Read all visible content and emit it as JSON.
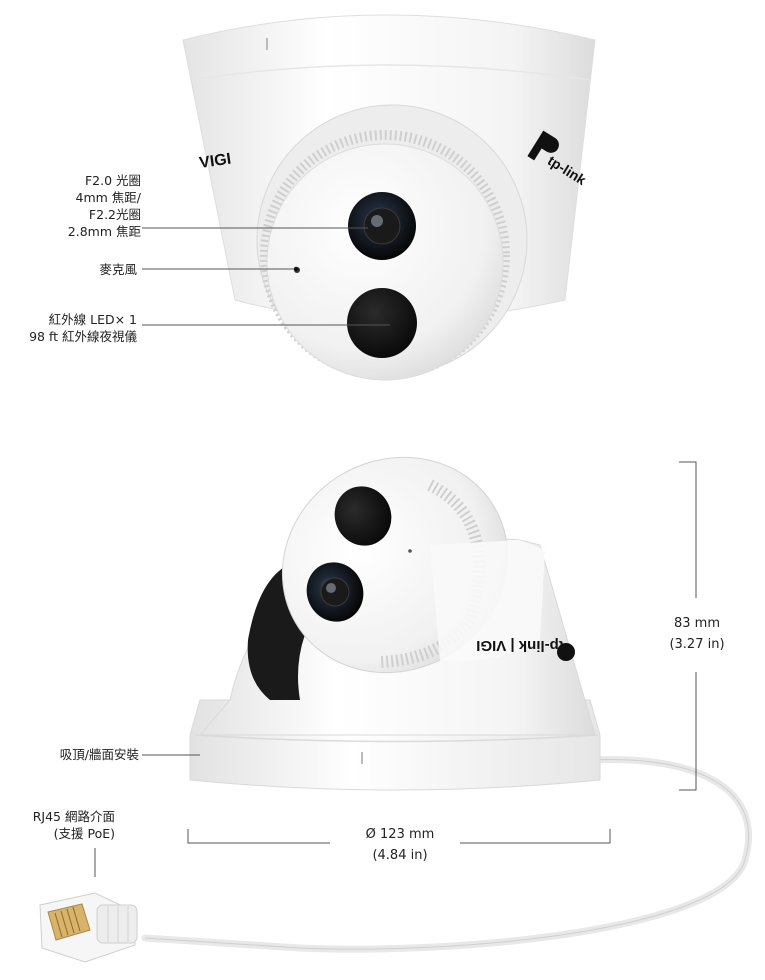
{
  "top_view": {
    "brand_vigi": "VIGI",
    "brand_tplink": "tp-link",
    "callouts": {
      "lens": [
        "F2.0 光圈",
        "4mm 焦距/",
        "F2.2光圈",
        "2.8mm 焦距"
      ],
      "microphone": [
        "麥克風"
      ],
      "ir_led": [
        "紅外線 LED× 1",
        "98 ft 紅外線夜視儀"
      ]
    }
  },
  "side_view": {
    "brand_text": "tp-link | VIGI",
    "callouts": {
      "mount": [
        "吸頂/牆面安裝"
      ],
      "rj45": [
        "RJ45 網路介面",
        "(支援 PoE)"
      ]
    },
    "dimensions": {
      "height_mm": "83 mm",
      "height_in": "(3.27 in)",
      "diameter_mm": "Ø 123 mm",
      "diameter_in": "(4.84 in)"
    }
  },
  "colors": {
    "body": "#f4f4f4",
    "shadow": "#d8d8d8",
    "lens": "#111111",
    "line": "#555555"
  }
}
